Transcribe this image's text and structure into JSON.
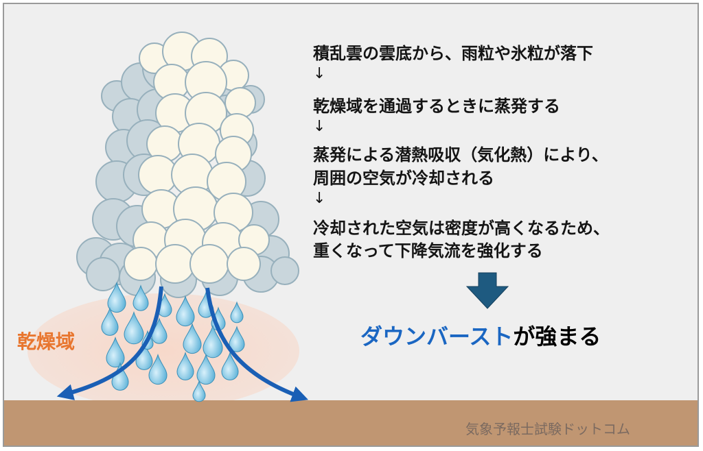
{
  "explanation": {
    "step1": "積乱雲の雲底から、雨粒や氷粒が落下",
    "arrow1": "↓",
    "step2": "乾燥域を通過するときに蒸発する",
    "arrow2": "↓",
    "step3a": "蒸発による潜熱吸収（気化熱）により、",
    "step3b": "周囲の空気が冷却される",
    "arrow3": "↓",
    "step4a": "冷却された空気は密度が高くなるため、",
    "step4b": "重くなって下降気流を強化する"
  },
  "conclusion": {
    "highlight": "ダウンバースト",
    "rest": "が強まる"
  },
  "dry_zone_label": "乾燥域",
  "watermark": "気象予報士試験ドットコム",
  "colors": {
    "background": "#efefef",
    "ground": "#c09672",
    "dry_zone": "#f8d6c6",
    "downdraft_arrow": "#1a5fb5",
    "highlight_text": "#1a66c2",
    "dry_label_text": "#e8762f",
    "down_arrow_fill": "#1e5a80",
    "watermark_text": "#7b6a60"
  }
}
